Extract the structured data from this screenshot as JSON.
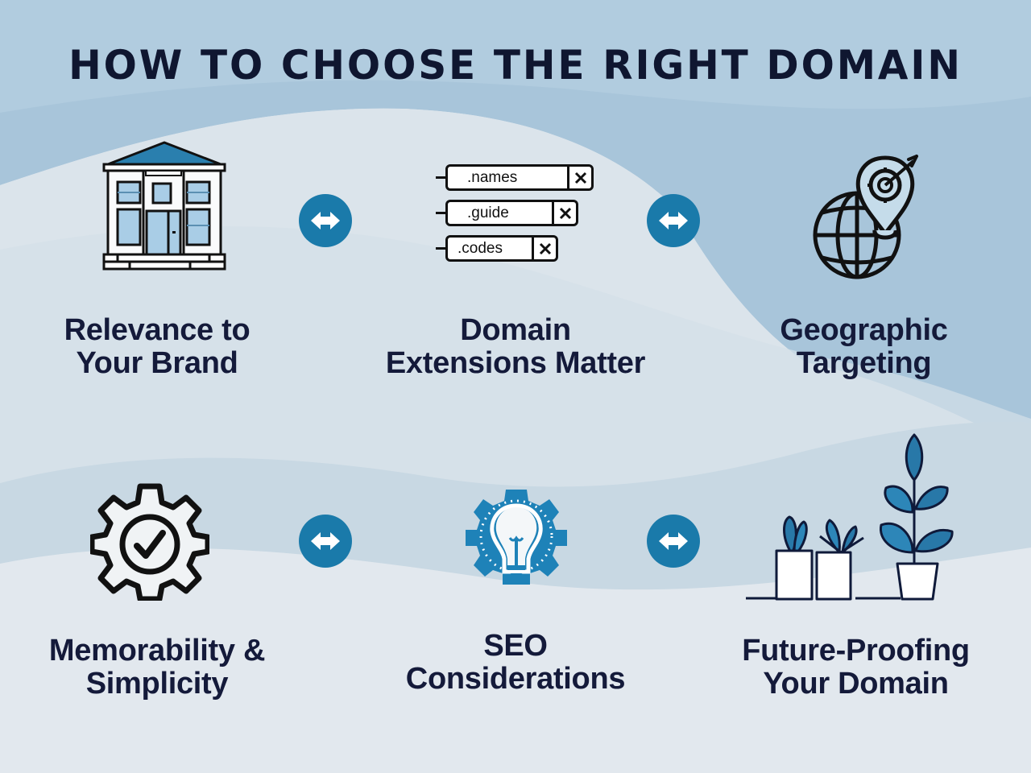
{
  "title": "HOW TO CHOOSE THE RIGHT DOMAIN",
  "colors": {
    "title_text": "#0f1630",
    "label_text": "#141a3a",
    "accent_blue": "#1a7aaa",
    "background_light": "#e4e9ee",
    "background_wave": "#a9c6db"
  },
  "steps": [
    {
      "id": 1,
      "icon": "building-icon",
      "line1": "Relevance to",
      "line2": "Your Brand"
    },
    {
      "id": 2,
      "icon": "domain-extensions-icon",
      "line1": "Domain",
      "line2": "Extensions Matter"
    },
    {
      "id": 3,
      "icon": "globe-target-pin-icon",
      "line1": "Geographic",
      "line2": "Targeting"
    },
    {
      "id": 4,
      "icon": "gear-check-icon",
      "line1": "Memorability &",
      "line2": "Simplicity"
    },
    {
      "id": 5,
      "icon": "gear-lightbulb-icon",
      "line1": "SEO",
      "line2": "Considerations"
    },
    {
      "id": 6,
      "icon": "growing-plants-icon",
      "line1": "Future-Proofing",
      "line2": "Your Domain"
    }
  ],
  "extensions": [
    ".names",
    ".guide",
    ".codes"
  ],
  "connectors": [
    {
      "icon": "double-arrow-icon"
    },
    {
      "icon": "double-arrow-icon"
    },
    {
      "icon": "double-arrow-icon"
    },
    {
      "icon": "double-arrow-icon"
    }
  ]
}
